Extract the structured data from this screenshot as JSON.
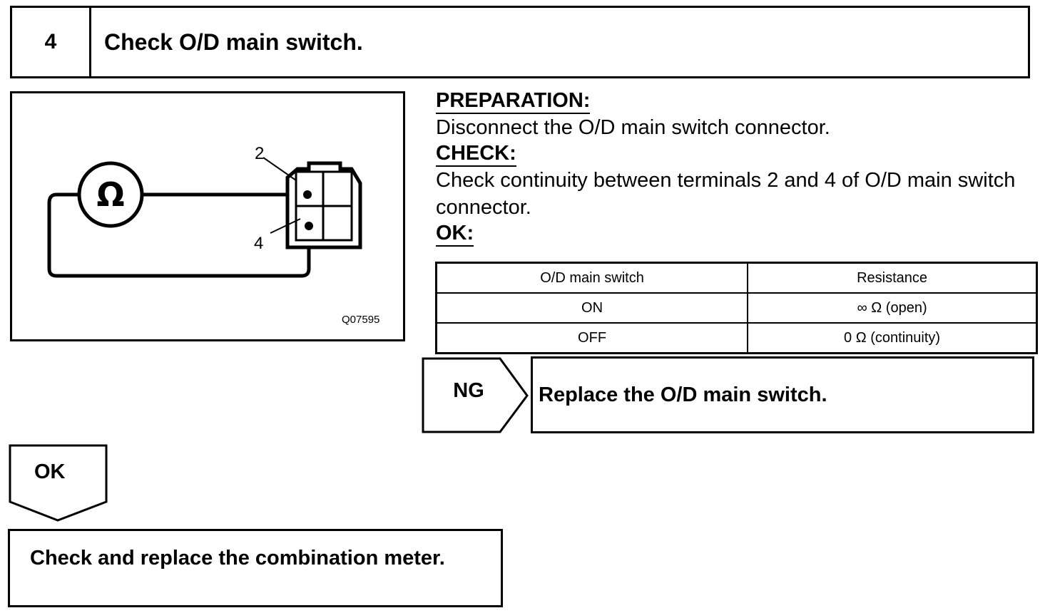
{
  "step": {
    "number": "4",
    "title": "Check O/D main switch."
  },
  "diagram": {
    "meter_symbol": "Ω",
    "terminal_top": "2",
    "terminal_bottom": "4",
    "figure_code": "Q07595"
  },
  "preparation": {
    "label": "PREPARATION:",
    "text": "Disconnect the O/D main switch connector."
  },
  "check": {
    "label": "CHECK:",
    "text": "Check continuity between terminals 2 and 4 of O/D main switch connector."
  },
  "ok_spec": {
    "label": "OK:",
    "headers": [
      "O/D main switch",
      "Resistance"
    ],
    "rows": [
      {
        "state": "ON",
        "resistance": "∞ Ω (open)"
      },
      {
        "state": "OFF",
        "resistance": "0 Ω (continuity)"
      }
    ]
  },
  "ng_branch": {
    "tag": "NG",
    "action": "Replace the O/D main switch."
  },
  "ok_branch": {
    "tag": "OK",
    "action": "Check and replace the combination meter."
  }
}
